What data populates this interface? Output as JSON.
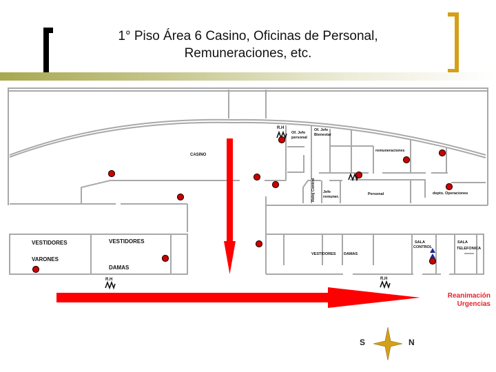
{
  "slide": {
    "title_line1": "1° Piso Área 6 Casino, Oficinas de Personal,",
    "title_line2": "Remuneraciones, etc.",
    "accent_colors": {
      "left_bracket": "#000000",
      "right_bracket": "#d4a017",
      "band": "#a8a850"
    }
  },
  "floor_plan": {
    "rooms": {
      "casino": "CASINO",
      "of_jefe_personal_1": "Of. Jefe",
      "of_jefe_personal_2": "personal",
      "of_jefe_bienestar_1": "Of. Jefe",
      "of_jefe_bienestar_2": "Bienestar",
      "remuneraciones": "remuneraciones",
      "reloj_control": "Reloj Control",
      "jefe_remuner_1": "Jefe",
      "jefe_remuner_2": "remuner.",
      "personal": "Personal",
      "depto_operaciones": "depto. Operaciones",
      "vestidores_varones_1": "VESTIDORES",
      "vestidores_varones_2": "VARONES",
      "vestidores_damas_1": "VESTIDORES",
      "vestidores_damas_2": "DAMAS",
      "vestidores_damas_east_1": "VESTIDORES",
      "vestidores_damas_east_2": "DAMAS",
      "sala_control_1": "SALA",
      "sala_control_2": "CONTROL",
      "sala_telefonica_1": "SALA",
      "sala_telefonica_2": "TELEFONICA"
    },
    "rh_label": "R.H",
    "colors": {
      "wall": "#a0a0a0",
      "arrow": "#ff0000",
      "extinguisher": "#cc0000",
      "triangle": "#1a2a8a"
    }
  },
  "legend": {
    "destination_line1": "Reanimación",
    "destination_line2": "Urgencias",
    "compass_s": "S",
    "compass_n": "N"
  }
}
